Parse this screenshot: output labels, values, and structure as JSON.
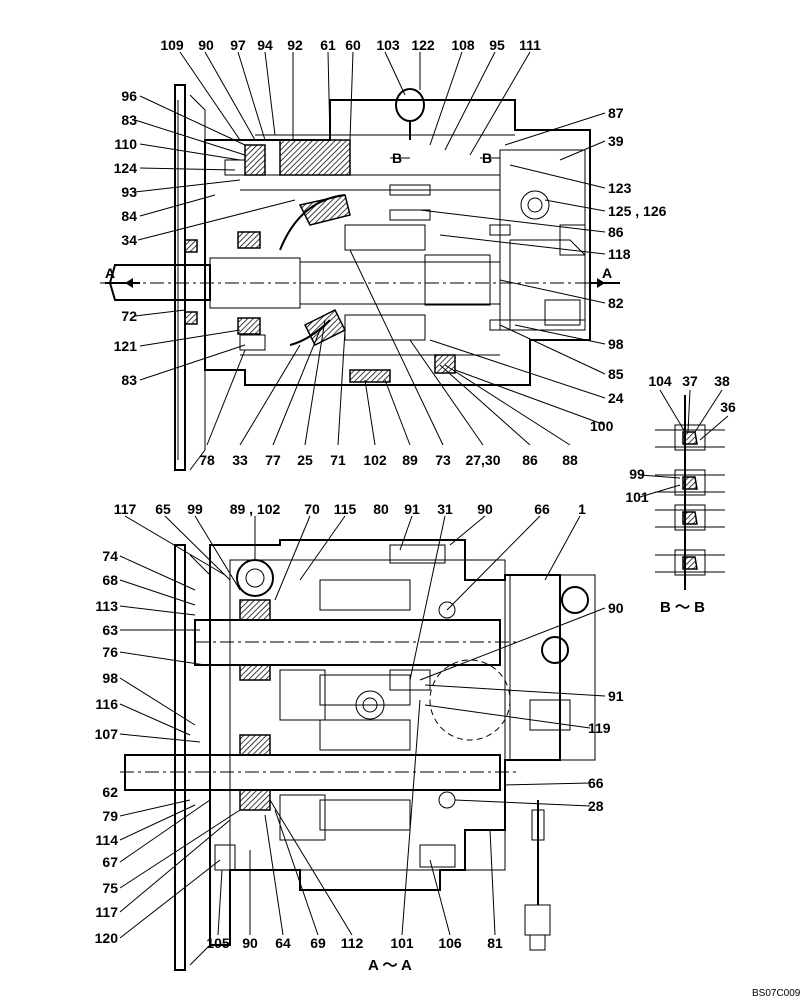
{
  "top_labels_row": [
    "109",
    "90",
    "97",
    "94",
    "92",
    "61",
    "60",
    "103",
    "122",
    "108",
    "95",
    "111"
  ],
  "top_left_labels": [
    "96",
    "83",
    "110",
    "124",
    "93",
    "84",
    "34",
    "72",
    "121",
    "83"
  ],
  "top_right_labels": [
    "87",
    "39",
    "123",
    "125 , 126",
    "86",
    "118",
    "82",
    "98",
    "85",
    "24",
    "100"
  ],
  "top_bottom_labels": [
    "78",
    "33",
    "77",
    "25",
    "71",
    "102",
    "89",
    "73",
    "27,30",
    "86",
    "88"
  ],
  "section_a_marks": [
    "A",
    "A"
  ],
  "section_b_marks": [
    "B",
    "B"
  ],
  "bb_labels": [
    "104",
    "37",
    "38",
    "36",
    "99",
    "101"
  ],
  "bb_caption": "B ～ B",
  "bottom_top_labels": [
    "117",
    "65",
    "99",
    "89 , 102",
    "70",
    "115",
    "80",
    "91",
    "31",
    "90",
    "66",
    "1"
  ],
  "bottom_left_labels": [
    "74",
    "68",
    "113",
    "63",
    "76",
    "98",
    "116",
    "107",
    "62",
    "79",
    "114",
    "67",
    "75",
    "117",
    "120"
  ],
  "bottom_right_labels": [
    "90",
    "91",
    "119",
    "66",
    "28"
  ],
  "bottom_bottom_labels": [
    "105",
    "90",
    "64",
    "69",
    "112",
    "101",
    "106",
    "81"
  ],
  "aa_caption": "A ～ A",
  "drawing_code": "BS07C009"
}
